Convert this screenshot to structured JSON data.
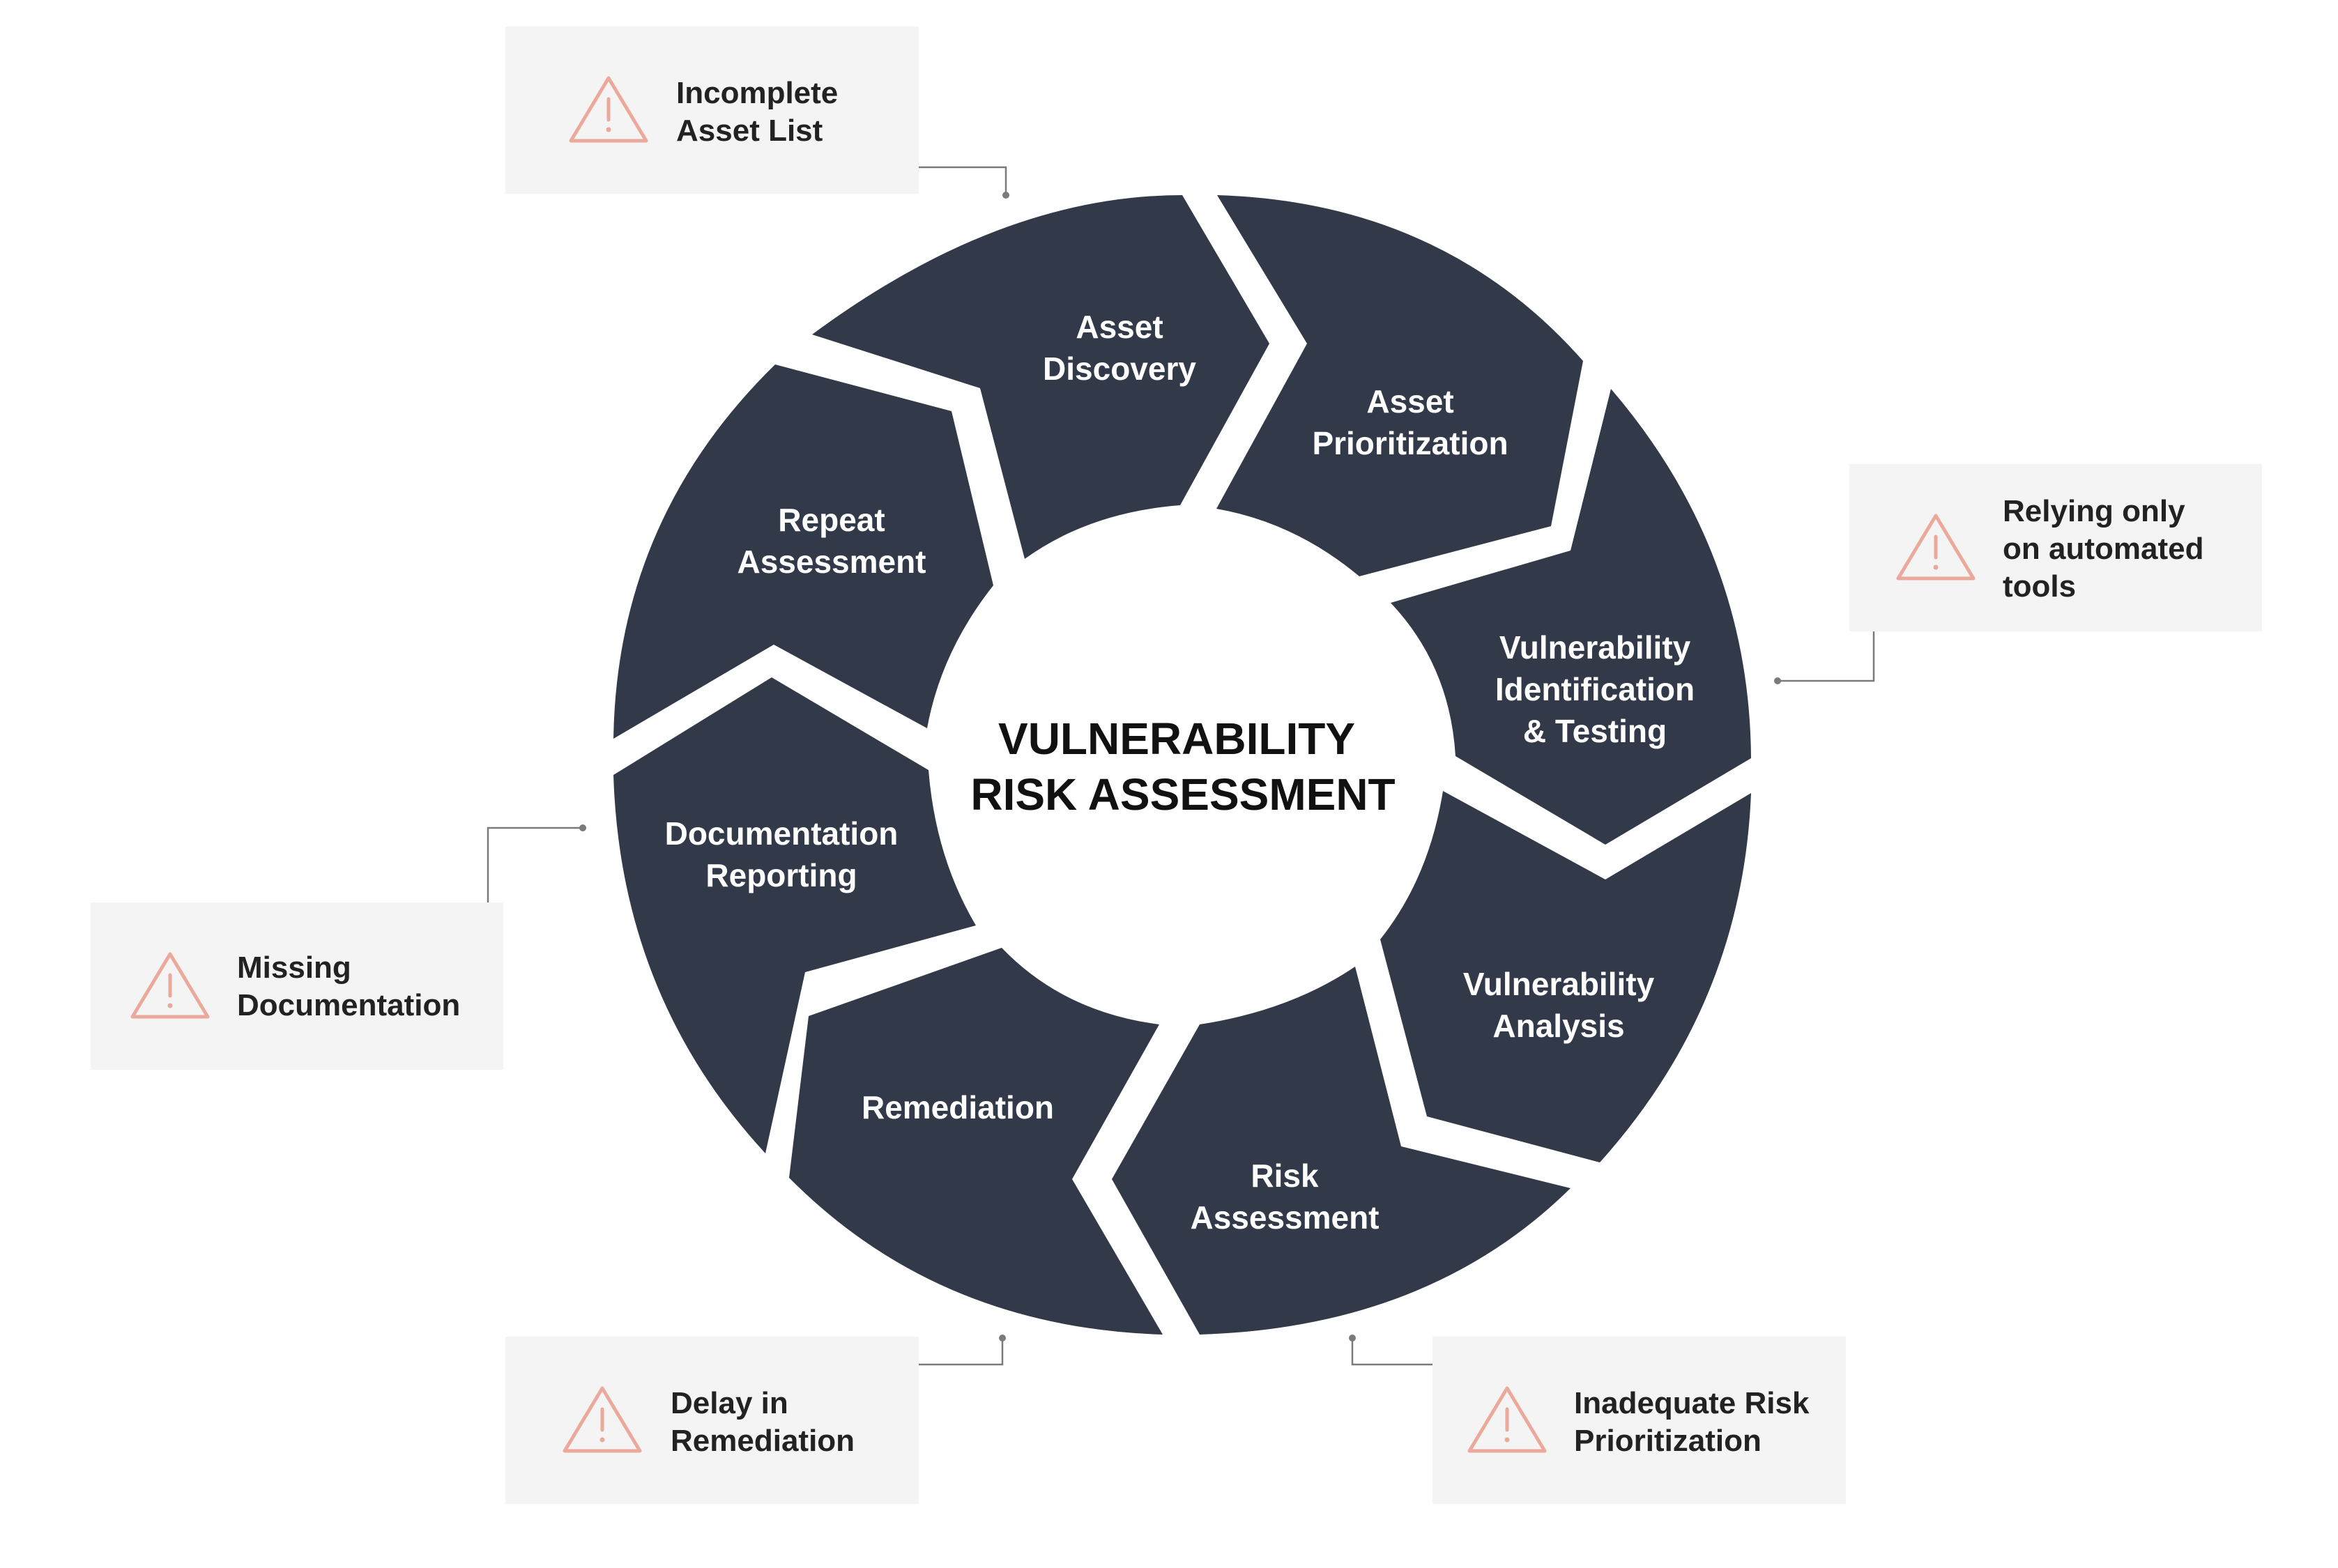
{
  "center": {
    "line1": "VULNERABILITY",
    "line2": "RISK ASSESSMENT"
  },
  "segments": [
    {
      "name": "asset-discovery",
      "lines": [
        "Asset",
        "Discovery"
      ]
    },
    {
      "name": "asset-prioritization",
      "lines": [
        "Asset",
        "Prioritization"
      ]
    },
    {
      "name": "vulnerability-identification-testing",
      "lines": [
        "Vulnerability",
        "Identification",
        "& Testing"
      ]
    },
    {
      "name": "vulnerability-analysis",
      "lines": [
        "Vulnerability",
        "Analysis"
      ]
    },
    {
      "name": "risk-assessment",
      "lines": [
        "Risk",
        "Assessment"
      ]
    },
    {
      "name": "remediation",
      "lines": [
        "Remediation"
      ]
    },
    {
      "name": "documentation-reporting",
      "lines": [
        "Documentation",
        "Reporting"
      ]
    },
    {
      "name": "repeat-assessment",
      "lines": [
        "Repeat",
        "Assessment"
      ]
    }
  ],
  "callouts": [
    {
      "name": "incomplete-asset-list",
      "lines": [
        "Incomplete",
        "Asset List"
      ],
      "icon": "warning-icon"
    },
    {
      "name": "relying-on-automated-tools",
      "lines": [
        "Relying only",
        "on automated",
        "tools"
      ],
      "icon": "warning-icon"
    },
    {
      "name": "missing-documentation",
      "lines": [
        "Missing",
        "Documentation"
      ],
      "icon": "warning-icon"
    },
    {
      "name": "delay-in-remediation",
      "lines": [
        "Delay in",
        "Remediation"
      ],
      "icon": "warning-icon"
    },
    {
      "name": "inadequate-risk-prioritization",
      "lines": [
        "Inadequate Risk",
        "Prioritization"
      ],
      "icon": "warning-icon"
    }
  ],
  "colors": {
    "segment": "#323949",
    "callout_background": "#f4f4f4",
    "warning": "#eba99b"
  }
}
